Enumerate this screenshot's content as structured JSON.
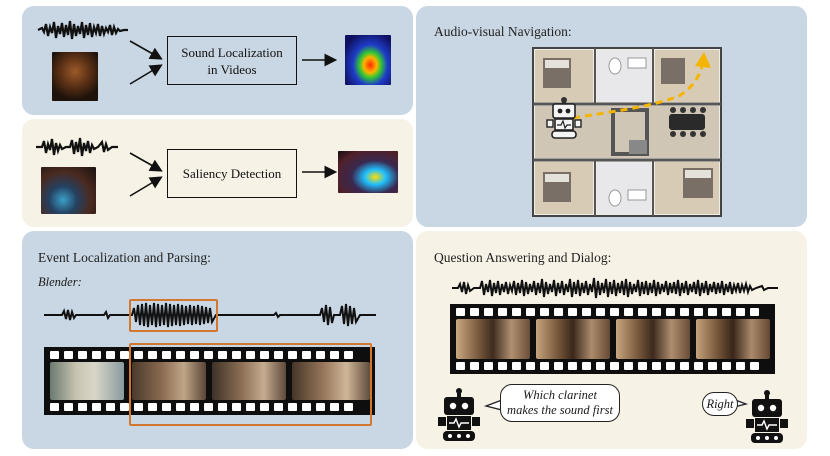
{
  "panels": {
    "sound_localization": {
      "label_line1": "Sound Localization",
      "label_line2": "in Videos"
    },
    "saliency": {
      "label": "Saliency Detection"
    },
    "navigation": {
      "title": "Audio-visual Navigation:"
    },
    "event": {
      "title": "Event Localization and Parsing:",
      "sublabel": "Blender:"
    },
    "qa": {
      "title": "Question Answering and Dialog:",
      "question_line1": "Which clarinet",
      "question_line2": "makes the sound first",
      "answer": "Right"
    }
  },
  "icons": [
    "waveform-icon",
    "arrow-icon",
    "robot-icon",
    "film-strip-icon",
    "heatmap-icon",
    "floorplan-icon"
  ],
  "colors": {
    "blue_panel": "#c9d6e3",
    "cream_panel": "#f6f2e6",
    "highlight": "#d2772e",
    "path": "#f5b400"
  }
}
